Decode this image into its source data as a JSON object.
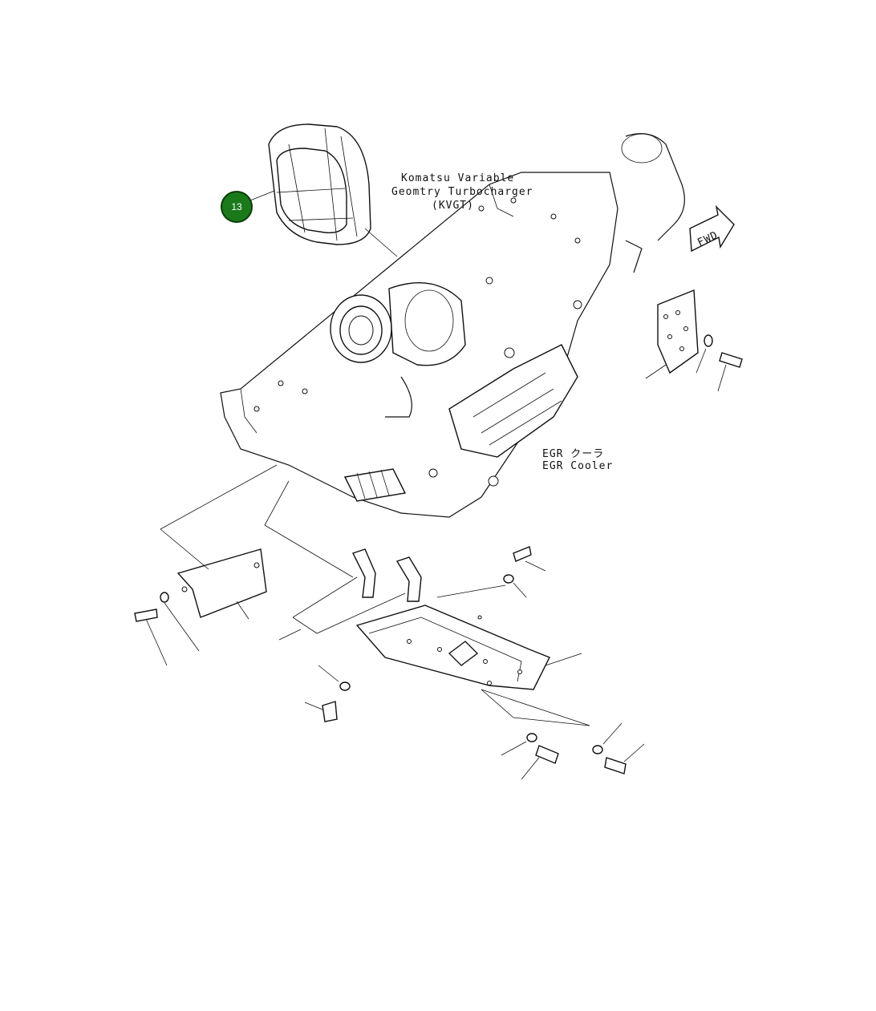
{
  "labels": {
    "kvgt_line1": "Komatsu Variable",
    "kvgt_line2": "Geomtry Turbocharger",
    "kvgt_line3": "(KVGT)",
    "egr_line1": "EGR クーラ",
    "egr_line2": "EGR Cooler",
    "fwd": "FWD"
  },
  "callouts": [
    {
      "number": "13",
      "color": "#1a7a1a"
    }
  ]
}
